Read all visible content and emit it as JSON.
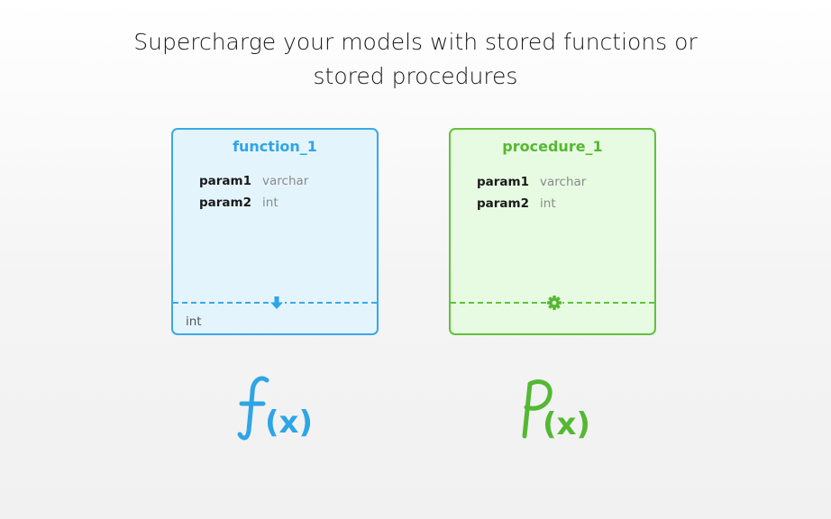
{
  "headline": {
    "line1": "Supercharge your models with stored functions or",
    "line2": "stored procedures"
  },
  "function_card": {
    "title": "function_1",
    "params": [
      {
        "name": "param1",
        "type": "varchar"
      },
      {
        "name": "param2",
        "type": "int"
      }
    ],
    "return_type": "int",
    "divider_icon": "arrow-down-icon",
    "color": "#3aa8e8"
  },
  "procedure_card": {
    "title": "procedure_1",
    "params": [
      {
        "name": "param1",
        "type": "varchar"
      },
      {
        "name": "param2",
        "type": "int"
      }
    ],
    "divider_icon": "gear-icon",
    "color": "#62c23a"
  },
  "symbols": {
    "function": {
      "letter": "f",
      "arg": "(x)",
      "color": "#2ea5e6"
    },
    "procedure": {
      "letter": "P",
      "arg": "(x)",
      "color": "#55b833"
    }
  }
}
